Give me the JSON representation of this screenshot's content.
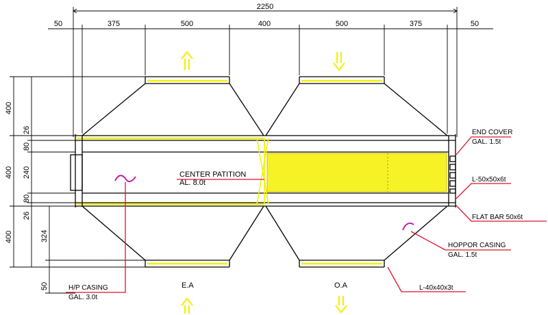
{
  "dimensions": {
    "overall_width": "2250",
    "top_segments": [
      "50",
      "375",
      "500",
      "400",
      "500",
      "375",
      "50"
    ],
    "left_segments": [
      "400",
      "26",
      "80",
      "240",
      "400",
      "80",
      "26",
      "400"
    ],
    "left_secondary": [
      "324",
      "50"
    ]
  },
  "labels": {
    "end_cover": "END COVER",
    "end_cover_spec": "GAL. 1.5t",
    "angle_50": "L-50x50x6t",
    "flat_bar": "FLAT BAR 50x6t",
    "center_partition": "CENTER PATITION",
    "center_partition_spec": "AL. 8.0t",
    "hopper_casing": "HOPPOR CASING",
    "hopper_casing_spec": "GAL. 1.5t",
    "hp_casing": "H/P CASING",
    "hp_casing_spec": "GAL. 3.0t",
    "angle_40": "L-40x40x3t",
    "exhaust_air": "E.A",
    "outdoor_air": "O.A"
  },
  "colors": {
    "outline": "#000000",
    "leader": "#e0102a",
    "highlight": "#f4f000",
    "fill_media": "#f4f000"
  },
  "icons": [
    "arrow-up-icon",
    "arrow-down-icon",
    "flow-squiggle-icon"
  ]
}
